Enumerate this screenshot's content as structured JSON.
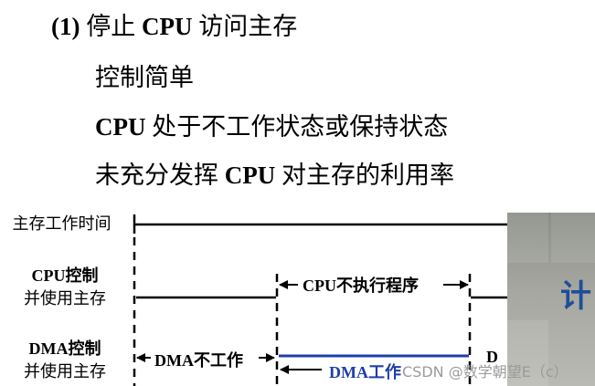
{
  "heading": {
    "number": "(1)",
    "pre": "停止",
    "cpu": "CPU",
    "post": "访问主存"
  },
  "points": [
    {
      "a": "控制简单",
      "b": "",
      "c": ""
    },
    {
      "a": "",
      "b": "CPU",
      "c": "处于不工作状态或保持状态"
    },
    {
      "a": "未充分发挥",
      "b": "CPU",
      "c": "对主存的利用率"
    }
  ],
  "diagram": {
    "row1_label": "主存工作时间",
    "row2_label_line1": "CPU控制",
    "row2_label_line2": "并使用主存",
    "row3_label_line1": "DMA控制",
    "row3_label_line2": "并使用主存",
    "cpu_idle_label": "CPU不执行程序",
    "dma_idle_label": "DMA不工作",
    "dma_work_label": "DMA工作",
    "dma_cut_label": "D"
  },
  "colors": {
    "accent": "#1f3ea8",
    "photo_text": "#1f4d9a"
  },
  "photo": {
    "visible_char": "计"
  },
  "watermark": "CSDN @数学朝望E（c）"
}
